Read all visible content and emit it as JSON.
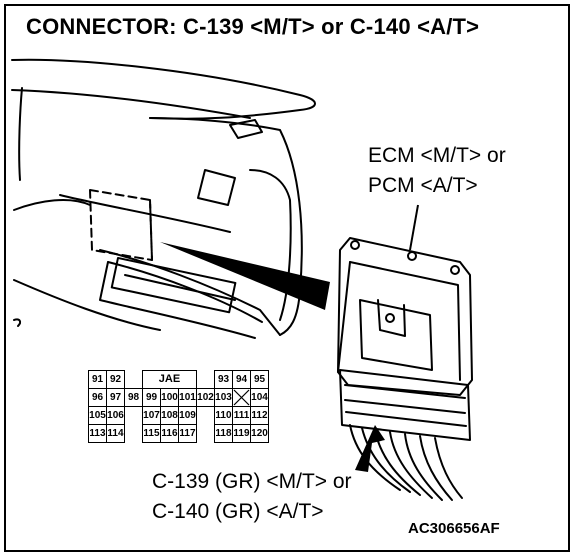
{
  "title": "CONNECTOR: C-139 <M/T> or C-140 <A/T>",
  "ecm_label": {
    "line1": "ECM <M/T> or",
    "line2": "PCM <A/T>"
  },
  "connector_label": {
    "line1": "C-139 (GR) <M/T> or",
    "line2": "C-140 (GR) <A/T>"
  },
  "figure_id": "AC306656AF",
  "pin_table": {
    "maker": "JAE",
    "row1": [
      "91",
      "92",
      "93",
      "94",
      "95"
    ],
    "row2": [
      "96",
      "97",
      "98",
      "99",
      "100",
      "101",
      "102",
      "103",
      "104"
    ],
    "row3": [
      "105",
      "106",
      "107",
      "108",
      "109",
      "110",
      "111",
      "112"
    ],
    "row4": [
      "113",
      "114",
      "115",
      "116",
      "117",
      "118",
      "119",
      "120"
    ]
  }
}
